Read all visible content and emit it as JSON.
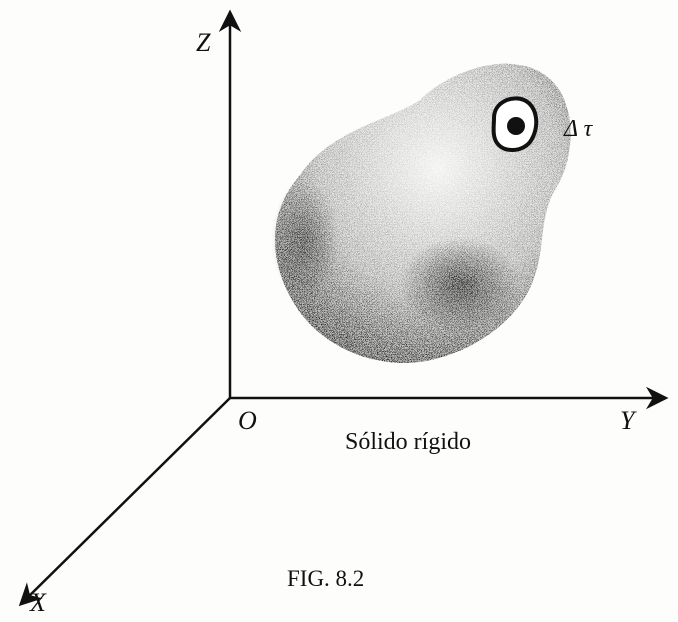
{
  "axes": {
    "z_label": "Z",
    "y_label": "Y",
    "x_label": "X",
    "origin_label": "O"
  },
  "element_label": "Δ τ",
  "solid_label": "Sólido rígido",
  "figure_caption": "FIG. 8.2",
  "colors": {
    "ink": "#111111",
    "paper": "#fdfdfb",
    "stipple": "#1a1a1a"
  }
}
